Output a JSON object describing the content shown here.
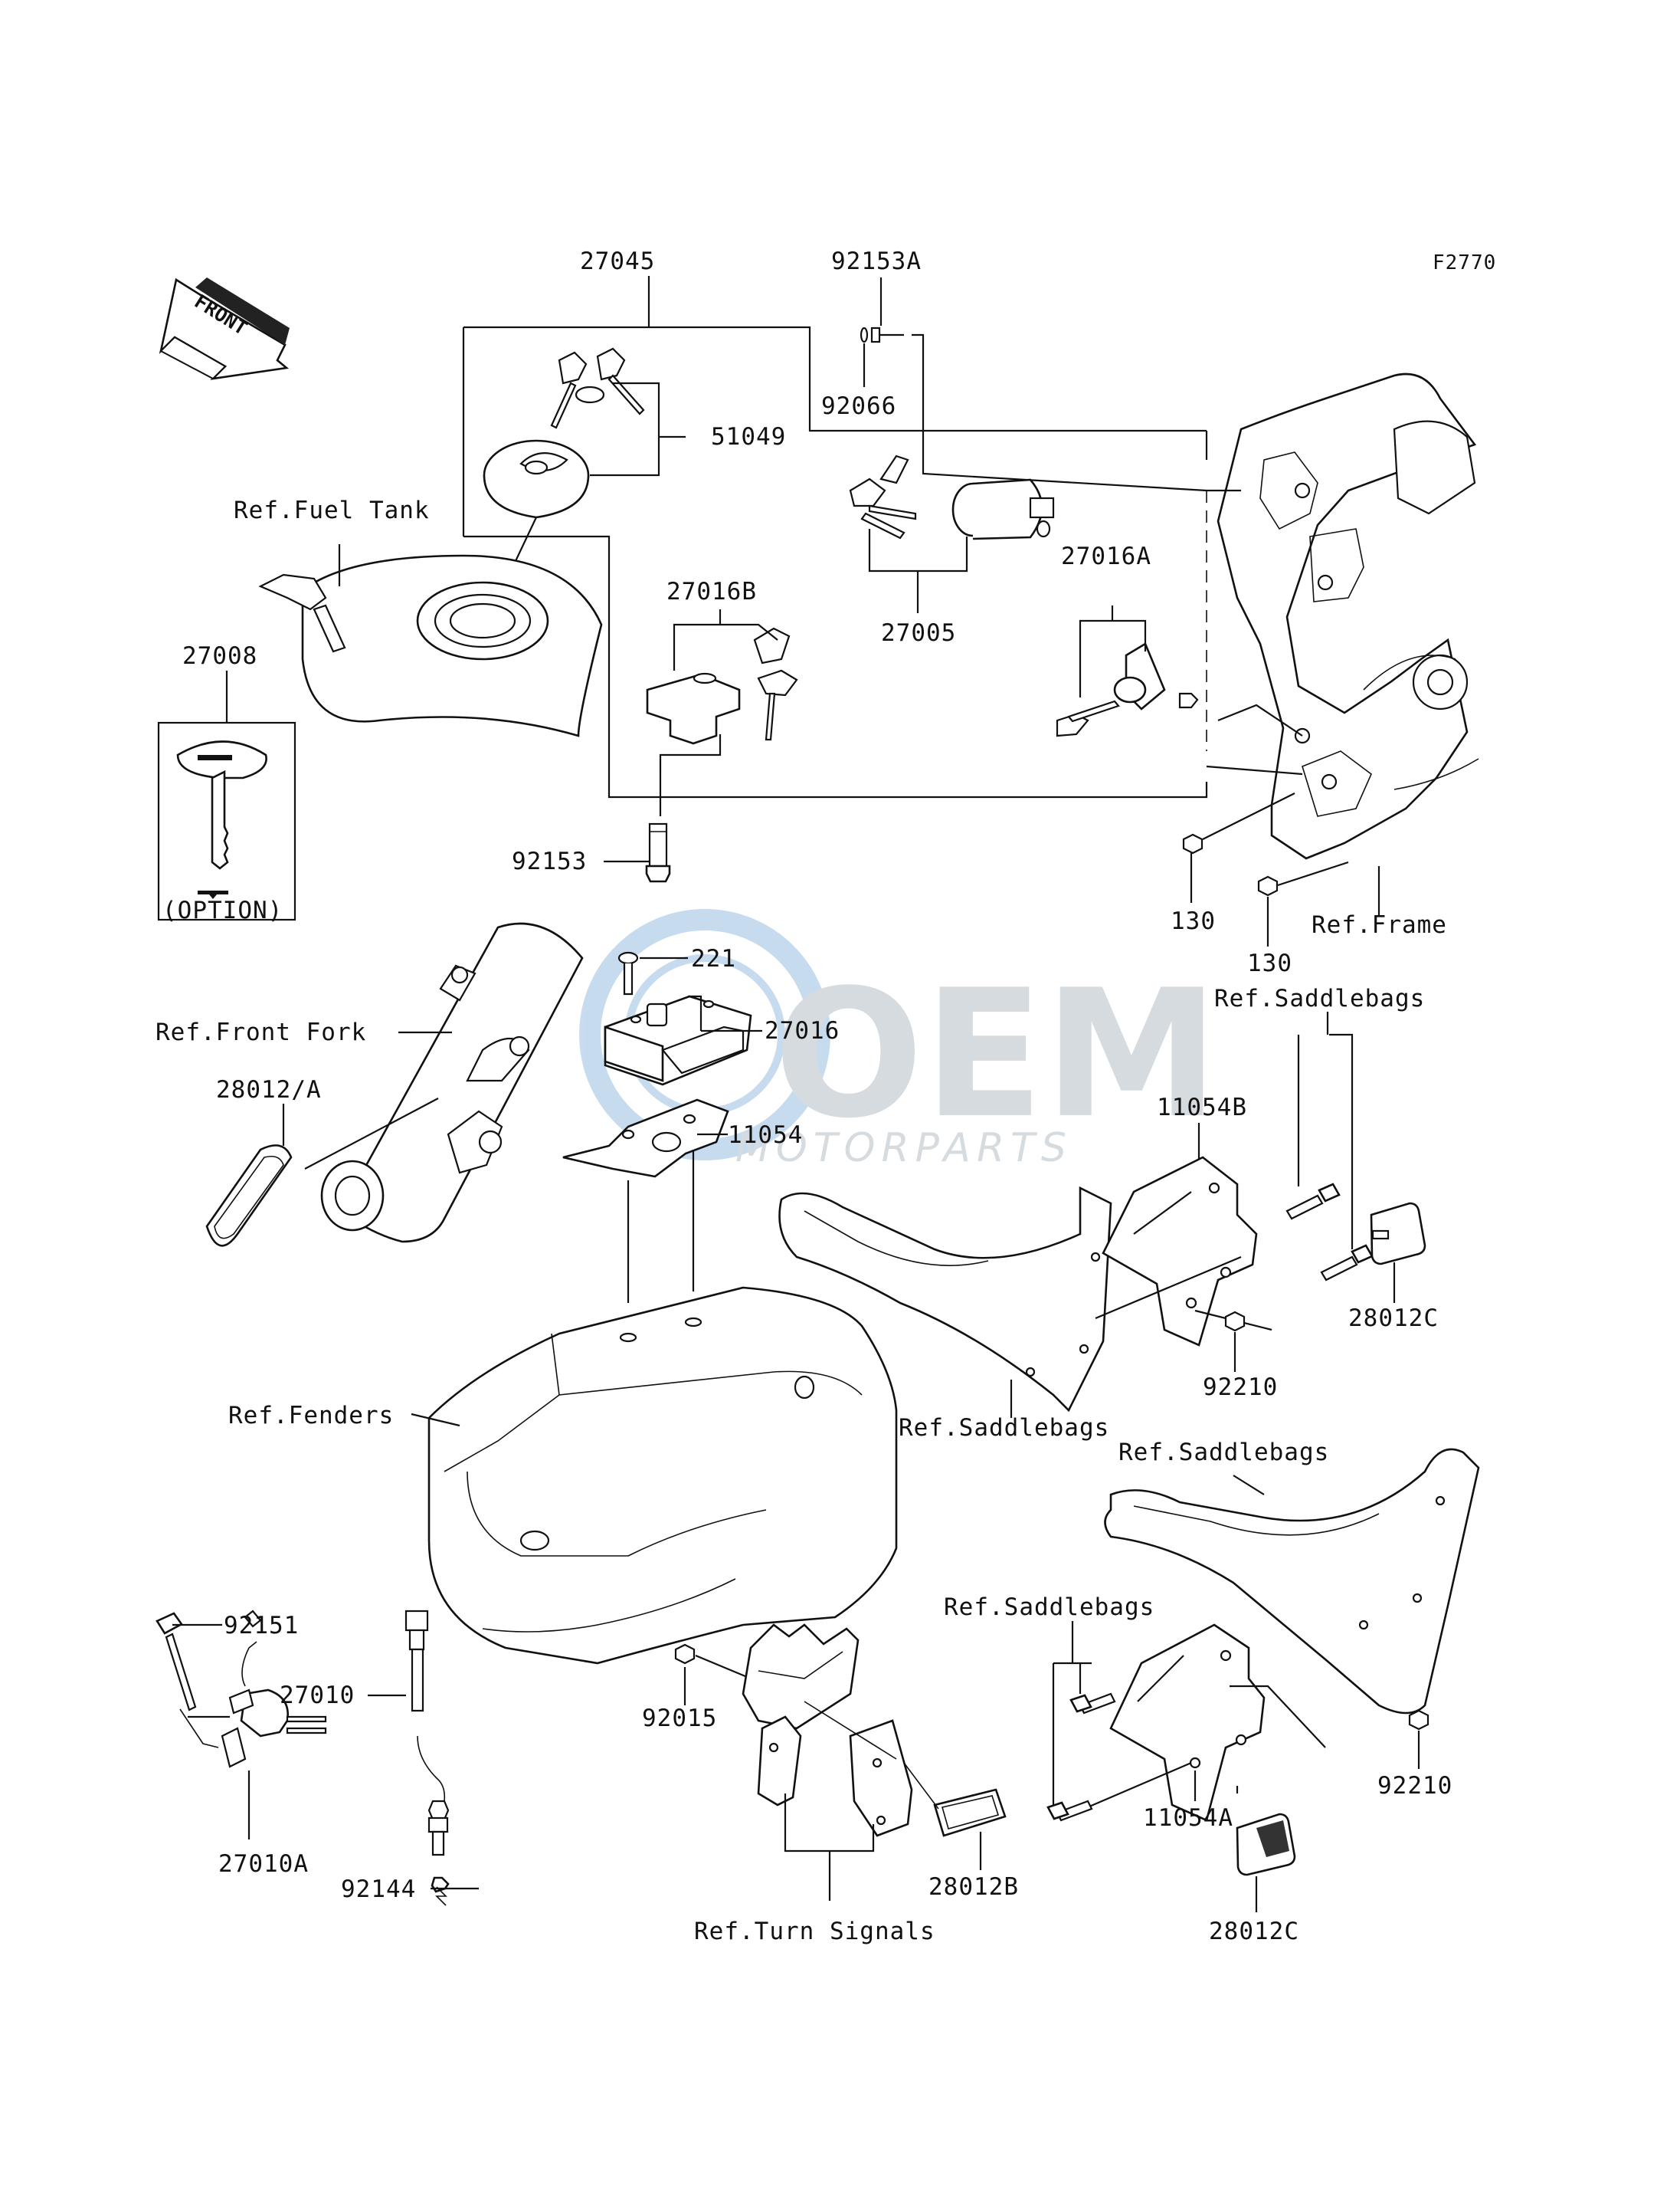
{
  "figure_code": "F2770",
  "front_arrow": "FRONT",
  "watermark": {
    "brand": "OEM",
    "sub": "MOTORPARTS"
  },
  "labels": {
    "p27045": "27045",
    "p92153A": "92153A",
    "p92066": "92066",
    "p51049": "51049",
    "ref_fuel_tank": "Ref.Fuel Tank",
    "p27016B": "27016B",
    "p27005": "27005",
    "p27016A": "27016A",
    "p27008": "27008",
    "option": "(OPTION)",
    "p92153": "92153",
    "p130a": "130",
    "p130b": "130",
    "ref_frame": "Ref.Frame",
    "p221": "221",
    "p27016": "27016",
    "p11054": "11054",
    "ref_front_fork": "Ref.Front Fork",
    "p28012A": "28012/A",
    "ref_saddlebags_1": "Ref.Saddlebags",
    "p11054B": "11054B",
    "p28012C_1": "28012C",
    "p92210_1": "92210",
    "ref_fenders": "Ref.Fenders",
    "ref_saddlebags_2": "Ref.Saddlebags",
    "ref_saddlebags_3": "Ref.Saddlebags",
    "ref_saddlebags_4": "Ref.Saddlebags",
    "p92151": "92151",
    "p27010": "27010",
    "p92015": "92015",
    "p27010A": "27010A",
    "p92144": "92144",
    "ref_turn_signals": "Ref.Turn Signals",
    "p28012B": "28012B",
    "p11054A": "11054A",
    "p92210_2": "92210",
    "p28012C_2": "28012C"
  }
}
